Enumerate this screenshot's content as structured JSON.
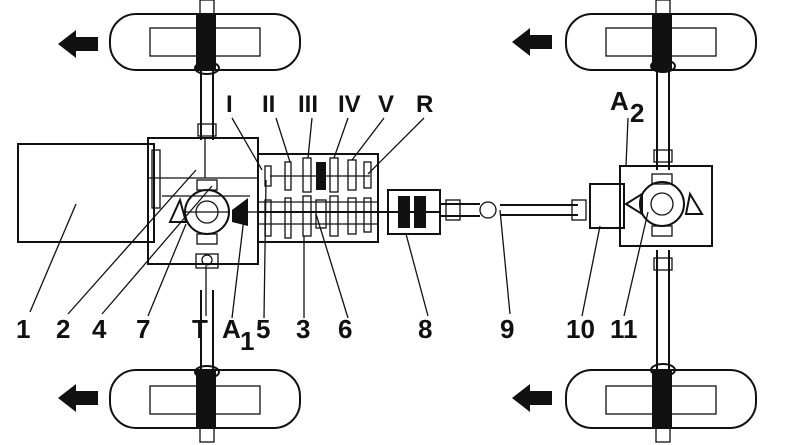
{
  "labels": {
    "numbers": [
      "1",
      "2",
      "4",
      "7",
      "T",
      "A",
      "1",
      "5",
      "3",
      "6",
      "8",
      "9",
      "10",
      "11"
    ],
    "gears": [
      "I",
      "II",
      "III",
      "IV",
      "V",
      "R"
    ],
    "a2": {
      "letter": "A",
      "sub": "2"
    }
  },
  "icons": {
    "direction_arrow": "left-arrow-icon"
  }
}
